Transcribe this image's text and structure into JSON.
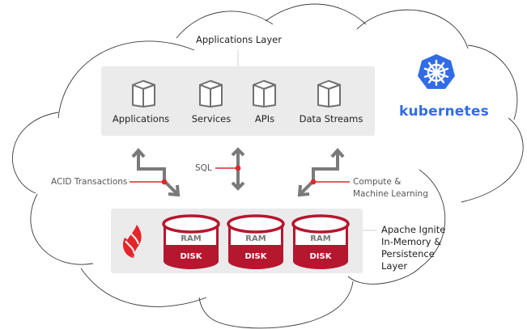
{
  "diagram": {
    "applications_layer": {
      "title": "Applications Layer",
      "items": [
        {
          "label": "Applications",
          "icon": "cube-icon"
        },
        {
          "label": "Services",
          "icon": "cube-icon"
        },
        {
          "label": "APIs",
          "icon": "cube-icon"
        },
        {
          "label": "Data Streams",
          "icon": "cube-icon"
        }
      ]
    },
    "platform": {
      "logo": "kubernetes-logo-icon",
      "name": "kubernetes",
      "color": "#326ce5"
    },
    "connections": [
      {
        "label": "ACID Transactions"
      },
      {
        "label": "SQL"
      },
      {
        "label_line1": "Compute &",
        "label_line2": "Machine Learning"
      }
    ],
    "ignite_layer": {
      "logo": "apache-ignite-flame-icon",
      "title_lines": [
        "Apache Ignite",
        "In-Memory &",
        "Persistence",
        "Layer"
      ],
      "nodes": [
        {
          "top": "RAM",
          "bottom": "DISK"
        },
        {
          "top": "RAM",
          "bottom": "DISK"
        },
        {
          "top": "RAM",
          "bottom": "DISK"
        }
      ],
      "accent": "#b5172f"
    },
    "colors": {
      "arrow": "#7a7a7a",
      "connector": "#e2252b",
      "panel": "#ebebeb",
      "cloud_outline": "#333333"
    }
  }
}
